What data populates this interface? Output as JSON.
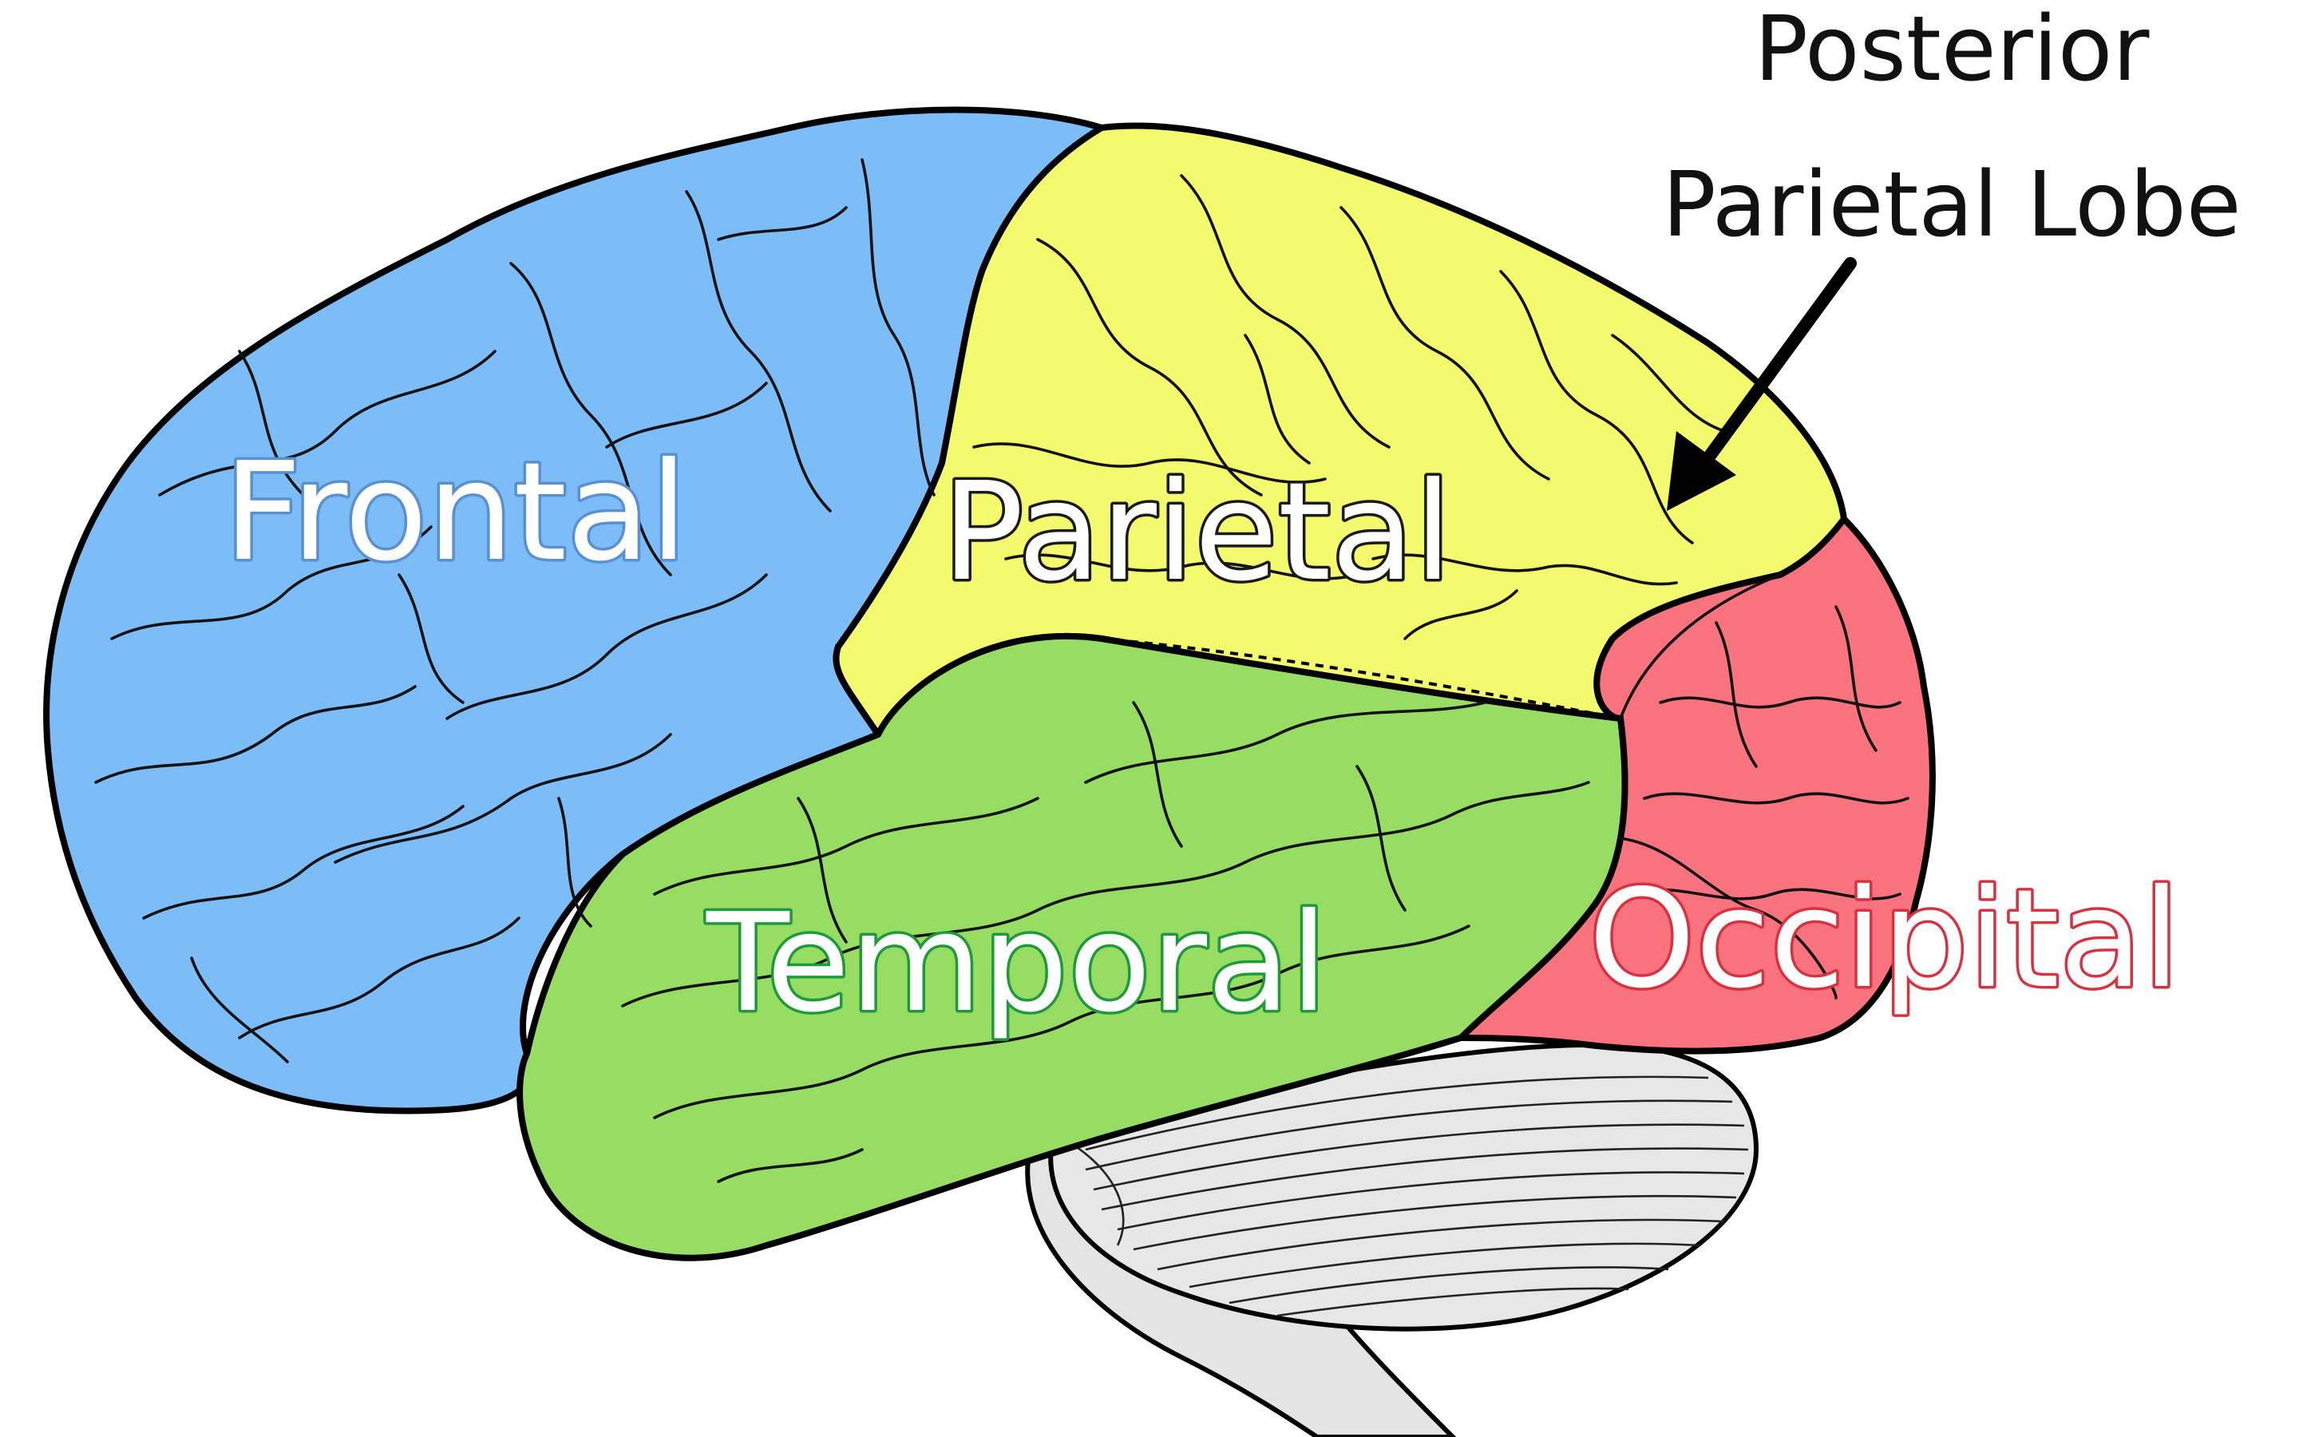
{
  "labels": {
    "frontal": "Frontal",
    "parietal": "Parietal",
    "temporal": "Temporal",
    "occipital": "Occipital",
    "callout_line1": "Posterior",
    "callout_line2": "Parietal Lobe"
  },
  "colors": {
    "frontal_fill": "#7cbdf8",
    "parietal_fill": "#f4fa6e",
    "temporal_fill": "#97dd64",
    "occipital_fill": "#f8737e",
    "cerebellum_fill": "#e7e7e7",
    "brainstem_fill": "#e4e4e4",
    "outline": "#000000",
    "label_frontal_stroke": "#5a8fd0",
    "label_parietal_stroke": "#1a1a1a",
    "label_temporal_stroke": "#1f9a3a",
    "label_occipital_stroke": "#d63240"
  }
}
